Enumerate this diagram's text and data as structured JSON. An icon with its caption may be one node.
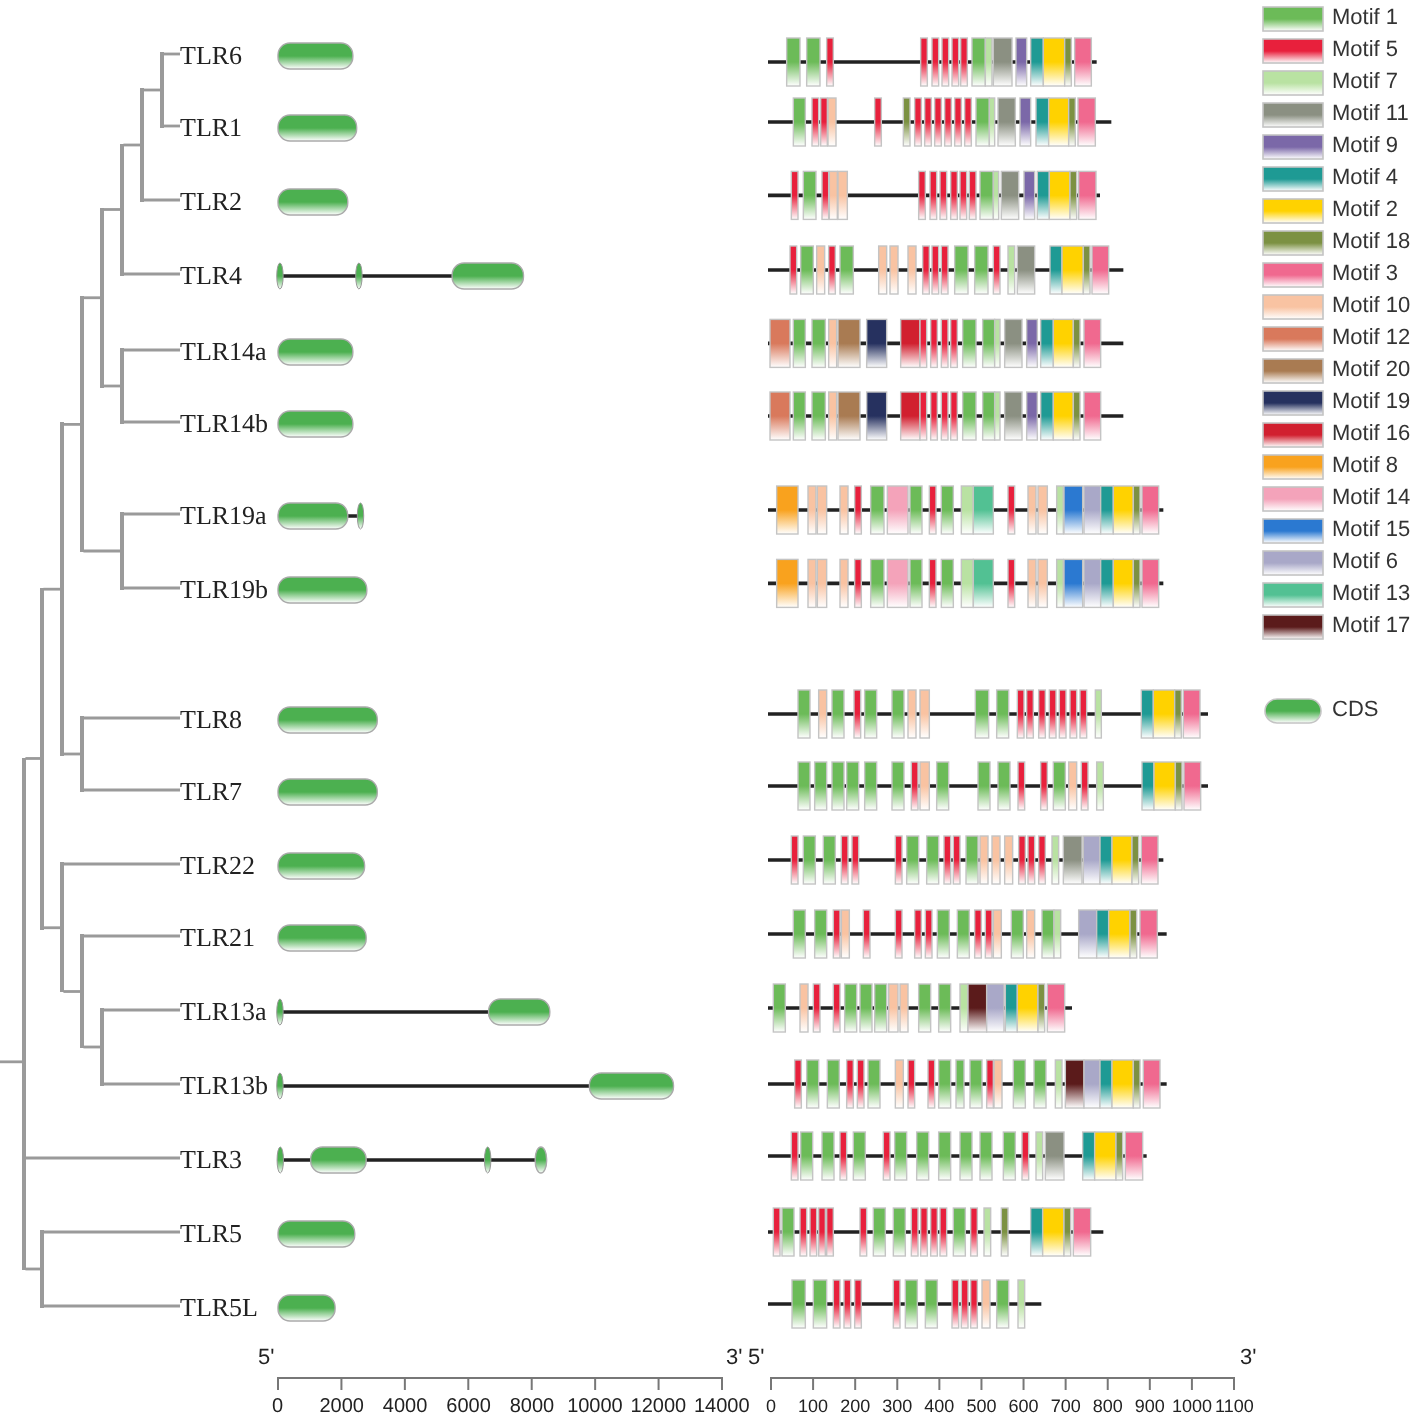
{
  "diagram": {
    "nodes": [
      {
        "text": [
          "TLR6"
        ]
      },
      {
        "text": [
          "TLR1"
        ]
      },
      {
        "text": [
          "TLR2"
        ]
      },
      {
        "text": [
          "TLR4"
        ]
      },
      {
        "text": [
          "TLR14a"
        ]
      },
      {
        "text": [
          "TLR14b"
        ]
      },
      {
        "text": [
          "TLR19a"
        ]
      },
      {
        "text": [
          "TLR19b"
        ]
      },
      {
        "text": [
          "TLR8"
        ]
      },
      {
        "text": [
          "TLR7"
        ]
      },
      {
        "text": [
          "TLR22"
        ]
      },
      {
        "text": [
          "TLR21"
        ]
      },
      {
        "text": [
          "TLR13a"
        ]
      },
      {
        "text": [
          "TLR13b"
        ]
      },
      {
        "text": [
          "TLR3"
        ]
      },
      {
        "text": [
          "TLR5"
        ]
      },
      {
        "text": [
          "TLR5L"
        ]
      },
      {
        "text": [],
        "shape": "line"
      },
      {
        "text": [],
        "shape": "line"
      },
      {
        "text": [],
        "shape": "line"
      },
      {
        "text": [],
        "shape": "line"
      },
      {
        "text": [],
        "shape": "line"
      },
      {
        "text": [],
        "shape": "line"
      },
      {
        "text": [],
        "shape": "line"
      },
      {
        "text": [],
        "shape": "line"
      },
      {
        "text": [],
        "shape": "line"
      },
      {
        "text": [],
        "shape": "line"
      },
      {
        "text": [],
        "shape": "line"
      },
      {
        "text": [],
        "shape": "line"
      },
      {
        "text": [],
        "shape": "line"
      },
      {
        "text": [],
        "shape": "line"
      },
      {
        "text": [],
        "shape": "line"
      }
    ],
    "edges": [
      {
        "from": null,
        "to": 31,
        "arrow": "none"
      },
      {
        "from": 31,
        "to": 29,
        "arrow": "none"
      },
      {
        "from": 31,
        "to": 14,
        "arrow": "none"
      },
      {
        "from": 31,
        "to": 30,
        "arrow": "none"
      },
      {
        "from": 29,
        "to": 25,
        "arrow": "none"
      },
      {
        "from": 29,
        "to": 28,
        "arrow": "none"
      },
      {
        "from": 25,
        "to": 23,
        "arrow": "none"
      },
      {
        "from": 25,
        "to": 24,
        "arrow": "none"
      },
      {
        "from": 23,
        "to": 21,
        "arrow": "none"
      },
      {
        "from": 23,
        "to": 22,
        "arrow": "none"
      },
      {
        "from": 21,
        "to": 19,
        "arrow": "none"
      },
      {
        "from": 21,
        "to": 20,
        "arrow": "none"
      },
      {
        "from": 19,
        "to": 18,
        "arrow": "none"
      },
      {
        "from": 19,
        "to": 3,
        "arrow": "none"
      },
      {
        "from": 18,
        "to": 17,
        "arrow": "none"
      },
      {
        "from": 18,
        "to": 2,
        "arrow": "none"
      },
      {
        "from": 17,
        "to": 0,
        "arrow": "none"
      },
      {
        "from": 17,
        "to": 1,
        "arrow": "none"
      },
      {
        "from": 20,
        "to": 4,
        "arrow": "none"
      },
      {
        "from": 20,
        "to": 5,
        "arrow": "none"
      },
      {
        "from": 22,
        "to": 6,
        "arrow": "none"
      },
      {
        "from": 22,
        "to": 7,
        "arrow": "none"
      },
      {
        "from": 24,
        "to": 8,
        "arrow": "none"
      },
      {
        "from": 24,
        "to": 9,
        "arrow": "none"
      },
      {
        "from": 28,
        "to": 10,
        "arrow": "none"
      },
      {
        "from": 28,
        "to": 27,
        "arrow": "none"
      },
      {
        "from": 27,
        "to": 11,
        "arrow": "none"
      },
      {
        "from": 27,
        "to": 26,
        "arrow": "none"
      },
      {
        "from": 26,
        "to": 12,
        "arrow": "none"
      },
      {
        "from": 26,
        "to": 13,
        "arrow": "none"
      },
      {
        "from": 30,
        "to": 15,
        "arrow": "none"
      },
      {
        "from": 30,
        "to": 16,
        "arrow": "none"
      }
    ],
    "labels": [
      "5'",
      "3'",
      "5'",
      "3'",
      "0",
      "2000",
      "4000",
      "6000",
      "8000",
      "10000",
      "12000",
      "14000",
      "0",
      "100",
      "200",
      "300",
      "400",
      "500",
      "600",
      "700",
      "800",
      "900",
      "1000",
      "1100"
    ],
    "legend": [
      {
        "text": "Motif 1",
        "color": "#6cbb58"
      },
      {
        "text": "Motif 5",
        "color": "#e8203c"
      },
      {
        "text": "Motif 7",
        "color": "#b9e2a2"
      },
      {
        "text": "Motif 11",
        "color": "#8b9082"
      },
      {
        "text": "Motif 9",
        "color": "#7b68a8"
      },
      {
        "text": "Motif 4",
        "color": "#1e9a94"
      },
      {
        "text": "Motif 2",
        "color": "#ffd200"
      },
      {
        "text": "Motif 18",
        "color": "#7c9142"
      },
      {
        "text": "Motif 3",
        "color": "#f0698f"
      },
      {
        "text": "Motif 10",
        "color": "#f9c3a2"
      },
      {
        "text": "Motif 12",
        "color": "#d9795c"
      },
      {
        "text": "Motif 20",
        "color": "#a97b52"
      },
      {
        "text": "Motif 19",
        "color": "#26315f"
      },
      {
        "text": "Motif 16",
        "color": "#d1202f"
      },
      {
        "text": "Motif 8",
        "color": "#f9a21e"
      },
      {
        "text": "Motif 14",
        "color": "#f4a3ba"
      },
      {
        "text": "Motif 15",
        "color": "#2b79d1"
      },
      {
        "text": "Motif 6",
        "color": "#a9a8c8"
      },
      {
        "text": "Motif 13",
        "color": "#52c193"
      },
      {
        "text": "Motif 17",
        "color": "#5b1b1b"
      },
      {
        "text": "CDS",
        "color": "#4cb050"
      }
    ]
  }
}
